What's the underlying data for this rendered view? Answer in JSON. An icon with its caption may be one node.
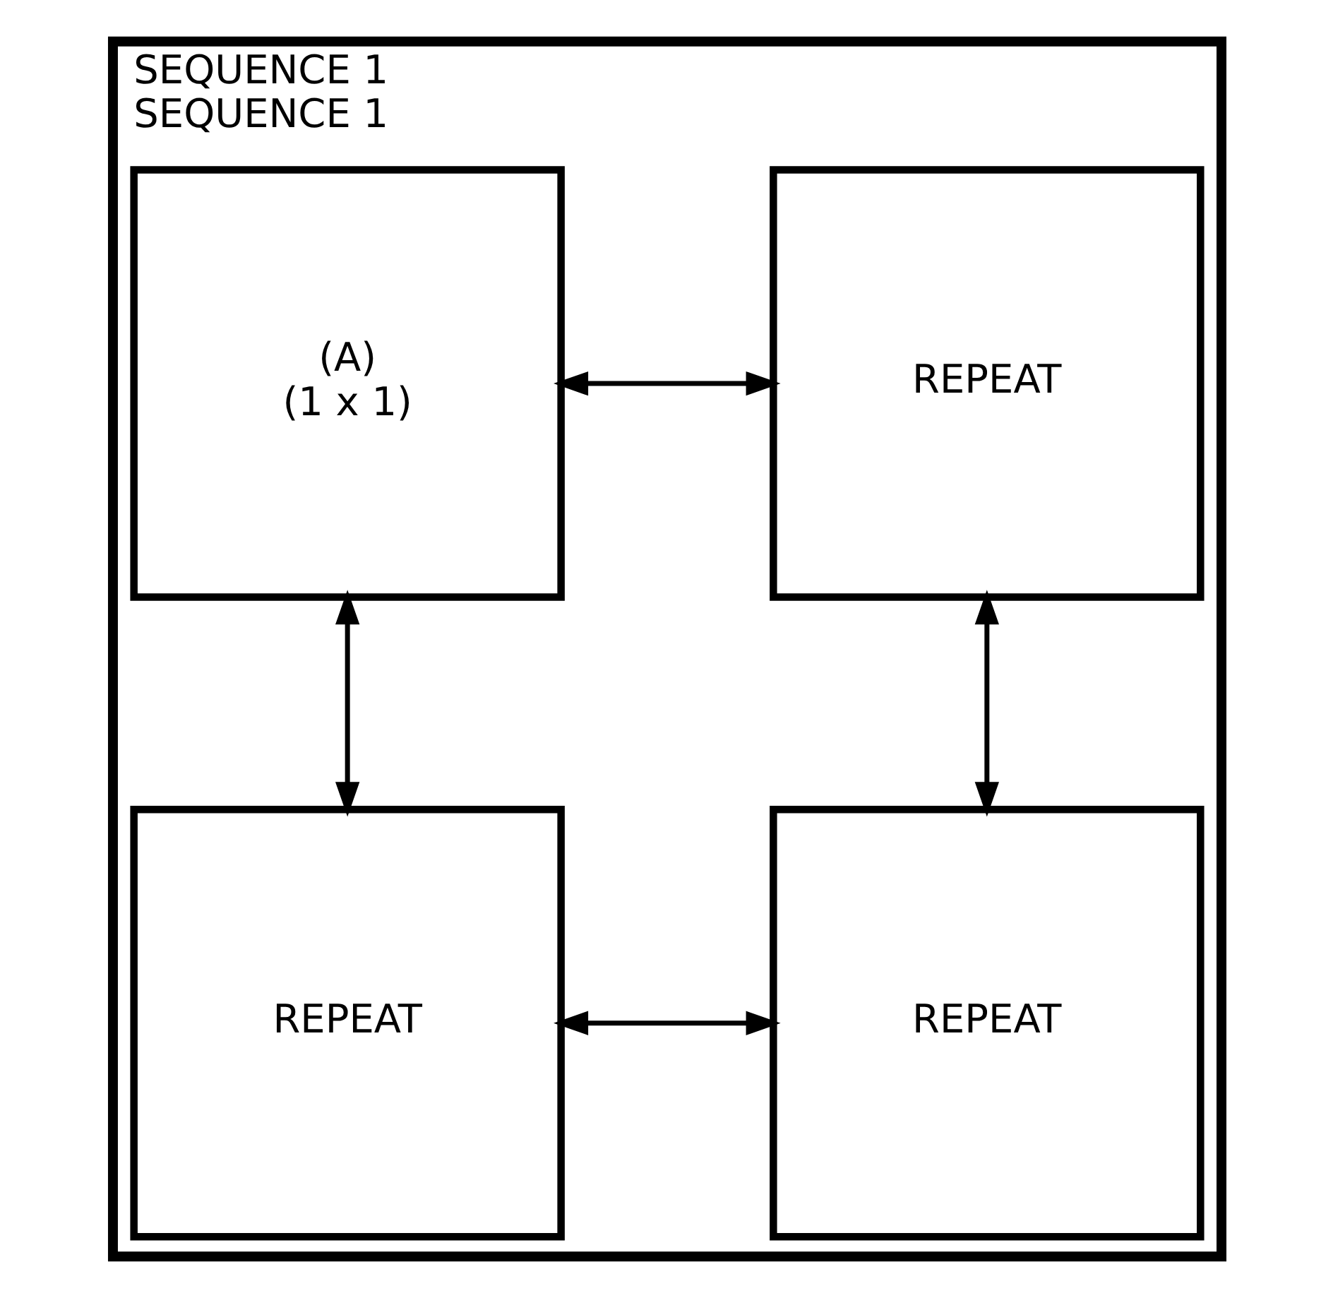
{
  "diagram": {
    "nodes": [
      {
        "text": [
          "SEQUENCE 1",
          "SEQUENCE 1"
        ]
      },
      {
        "text": [
          "(A)",
          "(1 x 1)"
        ],
        "in": 0
      },
      {
        "text": [
          "REPEAT"
        ],
        "in": 0
      },
      {
        "text": [
          "REPEAT"
        ],
        "in": 0
      },
      {
        "text": [
          "REPEAT"
        ],
        "in": 0
      }
    ],
    "edges": [
      {
        "from": 1,
        "to": 2,
        "arrow": "both"
      },
      {
        "from": 1,
        "to": 3,
        "arrow": "both"
      },
      {
        "from": 2,
        "to": 4,
        "arrow": "both"
      },
      {
        "from": 3,
        "to": 4,
        "arrow": "both"
      }
    ]
  }
}
